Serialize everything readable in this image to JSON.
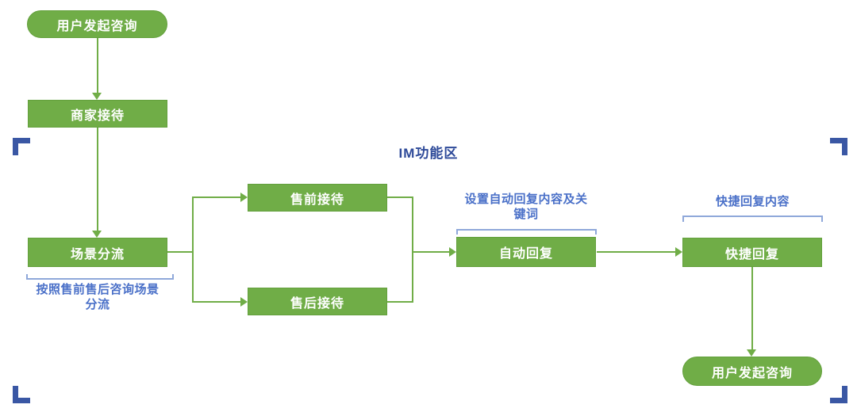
{
  "zone": {
    "title": "IM功能区"
  },
  "nodes": {
    "start": "用户发起咨询",
    "merchant": "商家接待",
    "split": "场景分流",
    "presale": "售前接待",
    "aftersale": "售后接待",
    "autoreply": "自动回复",
    "quickreply": "快捷回复",
    "end": "用户发起咨询"
  },
  "annotations": {
    "split_note": "按照售前售后咨询场景分流",
    "autoreply_note": "设置自动回复内容及关键词",
    "quickreply_note": "快捷回复内容"
  },
  "colors": {
    "node_green": "#70ad47",
    "node_border": "#63a03c",
    "line_green": "#70ad47",
    "zone_navy": "#2e4a99",
    "corner_navy": "#3a57a4",
    "annotation_blue": "#4a70c8",
    "bracket_blue": "#8fa8da",
    "node_text": "#ffffff",
    "background": "#ffffff"
  }
}
